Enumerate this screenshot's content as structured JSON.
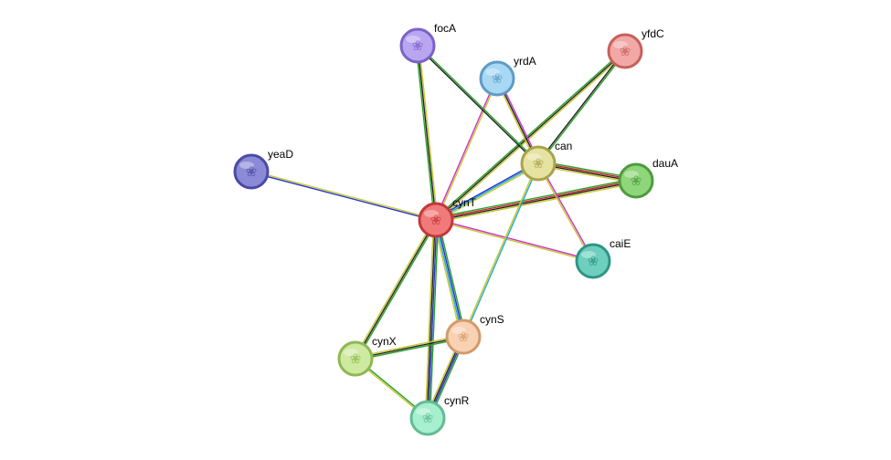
{
  "nodes": [
    {
      "id": "focA",
      "label": "focA",
      "color": "#b8a6f0",
      "border": "#7b62c8",
      "query": false
    },
    {
      "id": "yrdA",
      "label": "yrdA",
      "color": "#a8d8f4",
      "border": "#5e9bc6",
      "query": false
    },
    {
      "id": "yfdC",
      "label": "yfdC",
      "color": "#f2a8a6",
      "border": "#c7605c",
      "query": false
    },
    {
      "id": "yeaD",
      "label": "yeaD",
      "color": "#8a8ad6",
      "border": "#4b4ba6",
      "query": false
    },
    {
      "id": "can",
      "label": "can",
      "color": "#e6e2a2",
      "border": "#a9a34b",
      "query": false
    },
    {
      "id": "dauA",
      "label": "dauA",
      "color": "#8fd67a",
      "border": "#4f9a3e",
      "query": false
    },
    {
      "id": "cynT",
      "label": "cynT",
      "color": "#f07a7a",
      "border": "#c43838",
      "query": true
    },
    {
      "id": "caiE",
      "label": "caiE",
      "color": "#6fcfbf",
      "border": "#2f9585",
      "query": false
    },
    {
      "id": "cynS",
      "label": "cynS",
      "color": "#f8d2b2",
      "border": "#d49a6a",
      "query": false
    },
    {
      "id": "cynX",
      "label": "cynX",
      "color": "#cfe9a0",
      "border": "#8fb855",
      "query": false
    },
    {
      "id": "cynR",
      "label": "cynR",
      "color": "#a6efcf",
      "border": "#62bb94",
      "query": false
    }
  ],
  "edges": [
    {
      "source": "cynT",
      "target": "focA",
      "colors": [
        "#2aa02a",
        "#222222",
        "#c8c832"
      ]
    },
    {
      "source": "cynT",
      "target": "yrdA",
      "colors": [
        "#cc33cc",
        "#c8c832"
      ]
    },
    {
      "source": "cynT",
      "target": "yfdC",
      "colors": [
        "#2aa02a",
        "#222222",
        "#c8c832"
      ]
    },
    {
      "source": "cynT",
      "target": "yeaD",
      "colors": [
        "#2233cc",
        "#c8c832"
      ]
    },
    {
      "source": "cynT",
      "target": "can",
      "colors": [
        "#2233cc",
        "#22aacc",
        "#c8c832"
      ]
    },
    {
      "source": "cynT",
      "target": "dauA",
      "colors": [
        "#2aa02a",
        "#cc2222",
        "#222222",
        "#c8c832"
      ]
    },
    {
      "source": "cynT",
      "target": "caiE",
      "colors": [
        "#cc33cc",
        "#c8c832"
      ]
    },
    {
      "source": "cynT",
      "target": "cynS",
      "colors": [
        "#2aa02a",
        "#2233cc",
        "#22aacc",
        "#c8c832"
      ]
    },
    {
      "source": "cynT",
      "target": "cynX",
      "colors": [
        "#2aa02a",
        "#222222",
        "#c8c832"
      ]
    },
    {
      "source": "cynT",
      "target": "cynR",
      "colors": [
        "#2aa02a",
        "#2233cc",
        "#222222",
        "#c8c832"
      ]
    },
    {
      "source": "focA",
      "target": "can",
      "colors": [
        "#2aa02a",
        "#222222"
      ]
    },
    {
      "source": "yrdA",
      "target": "can",
      "colors": [
        "#cc33cc",
        "#222222",
        "#c8c832"
      ]
    },
    {
      "source": "yfdC",
      "target": "can",
      "colors": [
        "#2aa02a",
        "#222222"
      ]
    },
    {
      "source": "can",
      "target": "dauA",
      "colors": [
        "#2aa02a",
        "#cc2222",
        "#222222",
        "#c8c832"
      ]
    },
    {
      "source": "can",
      "target": "caiE",
      "colors": [
        "#cc33cc",
        "#c8c832"
      ]
    },
    {
      "source": "can",
      "target": "cynS",
      "colors": [
        "#22aacc",
        "#c8c832"
      ]
    },
    {
      "source": "cynS",
      "target": "cynX",
      "colors": [
        "#2aa02a",
        "#222222",
        "#c8c832"
      ]
    },
    {
      "source": "cynS",
      "target": "cynR",
      "colors": [
        "#2aa02a",
        "#2233cc",
        "#222222",
        "#c8c832"
      ]
    },
    {
      "source": "cynX",
      "target": "cynR",
      "colors": [
        "#2aa02a",
        "#c8c832"
      ]
    }
  ]
}
